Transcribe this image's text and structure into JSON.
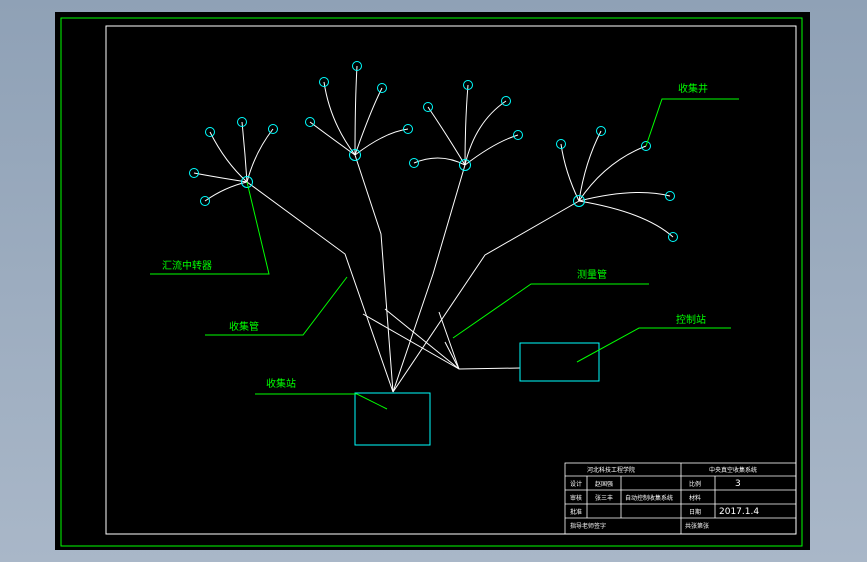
{
  "labels": {
    "collection_well": "收集井",
    "junction_relay": "汇流中转器",
    "collection_pipe": "收集管",
    "measurement_pipe": "测量管",
    "control_station": "控制站",
    "collection_station": "收集站"
  },
  "title_block": {
    "school": "河北科技工程学院",
    "drawing_title": "中央真空收集系统",
    "designer_label": "设计",
    "designer_name": "赵国强",
    "scale_label": "比例",
    "scale_value": "3",
    "checker_label": "审核",
    "checker_name": "张三丰",
    "system_name": "自动控制收集系统",
    "material_label": "材料",
    "date_label": "日期",
    "date_value": "2017.1.4",
    "approver_label": "批准",
    "group_label": "指导老师签字",
    "sheet_label": "共张第张"
  },
  "colors": {
    "background": "#000000",
    "frame": "#00ff00",
    "leader": "#00ff00",
    "line": "#ffffff",
    "node": "#00ffff"
  }
}
